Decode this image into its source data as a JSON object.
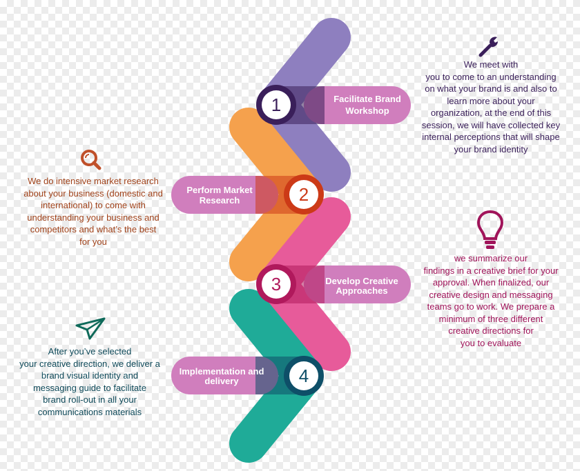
{
  "steps": [
    {
      "number": "1",
      "title": "Facilitate Brand Workshop",
      "color": "#8e7fbf",
      "dark": "#3a1f5a",
      "description": "We meet with\nyou to come to an understanding\non what your brand is and also to\nlearn more about your\norganization, at the end of this\nsession, we will have collected key\ninternal perceptions that will shape\nyour brand identity",
      "text_color": "#3a1f5a",
      "icon": "wrench-icon"
    },
    {
      "number": "2",
      "title": "Perform Market Research",
      "color": "#f5a14d",
      "dark": "#cc3a17",
      "description": "We do intensive market research\nabout your business (domestic and\ninternational) to come with\nunderstanding your business and\ncompetitors and what’s the best\nfor you",
      "text_color": "#a0421a",
      "icon": "magnifier-icon"
    },
    {
      "number": "3",
      "title": "Develop Creative Approaches",
      "color": "#e75b9a",
      "dark": "#b0195c",
      "description": "we summarize our\nfindings in a creative brief for your\napproval.  When finalized, our\ncreative design and messaging\nteams go to work.  We prepare a\nminimum of three different\ncreative directions for\nyou to evaluate",
      "text_color": "#a0145a",
      "icon": "lightbulb-icon"
    },
    {
      "number": "4",
      "title": "Implementation and delivery",
      "color": "#1fab98",
      "dark": "#0e4f68",
      "description": "After you’ve selected\nyour creative direction, we deliver a\nbrand visual identity and\nmessaging guide to facilitate\nbrand roll-out in all your\ncommunications materials",
      "text_color": "#0f4a5a",
      "icon": "paper-plane-icon"
    }
  ],
  "colors": {
    "label_pill": "#d07ebd",
    "circle_fill": "#ffffff"
  }
}
